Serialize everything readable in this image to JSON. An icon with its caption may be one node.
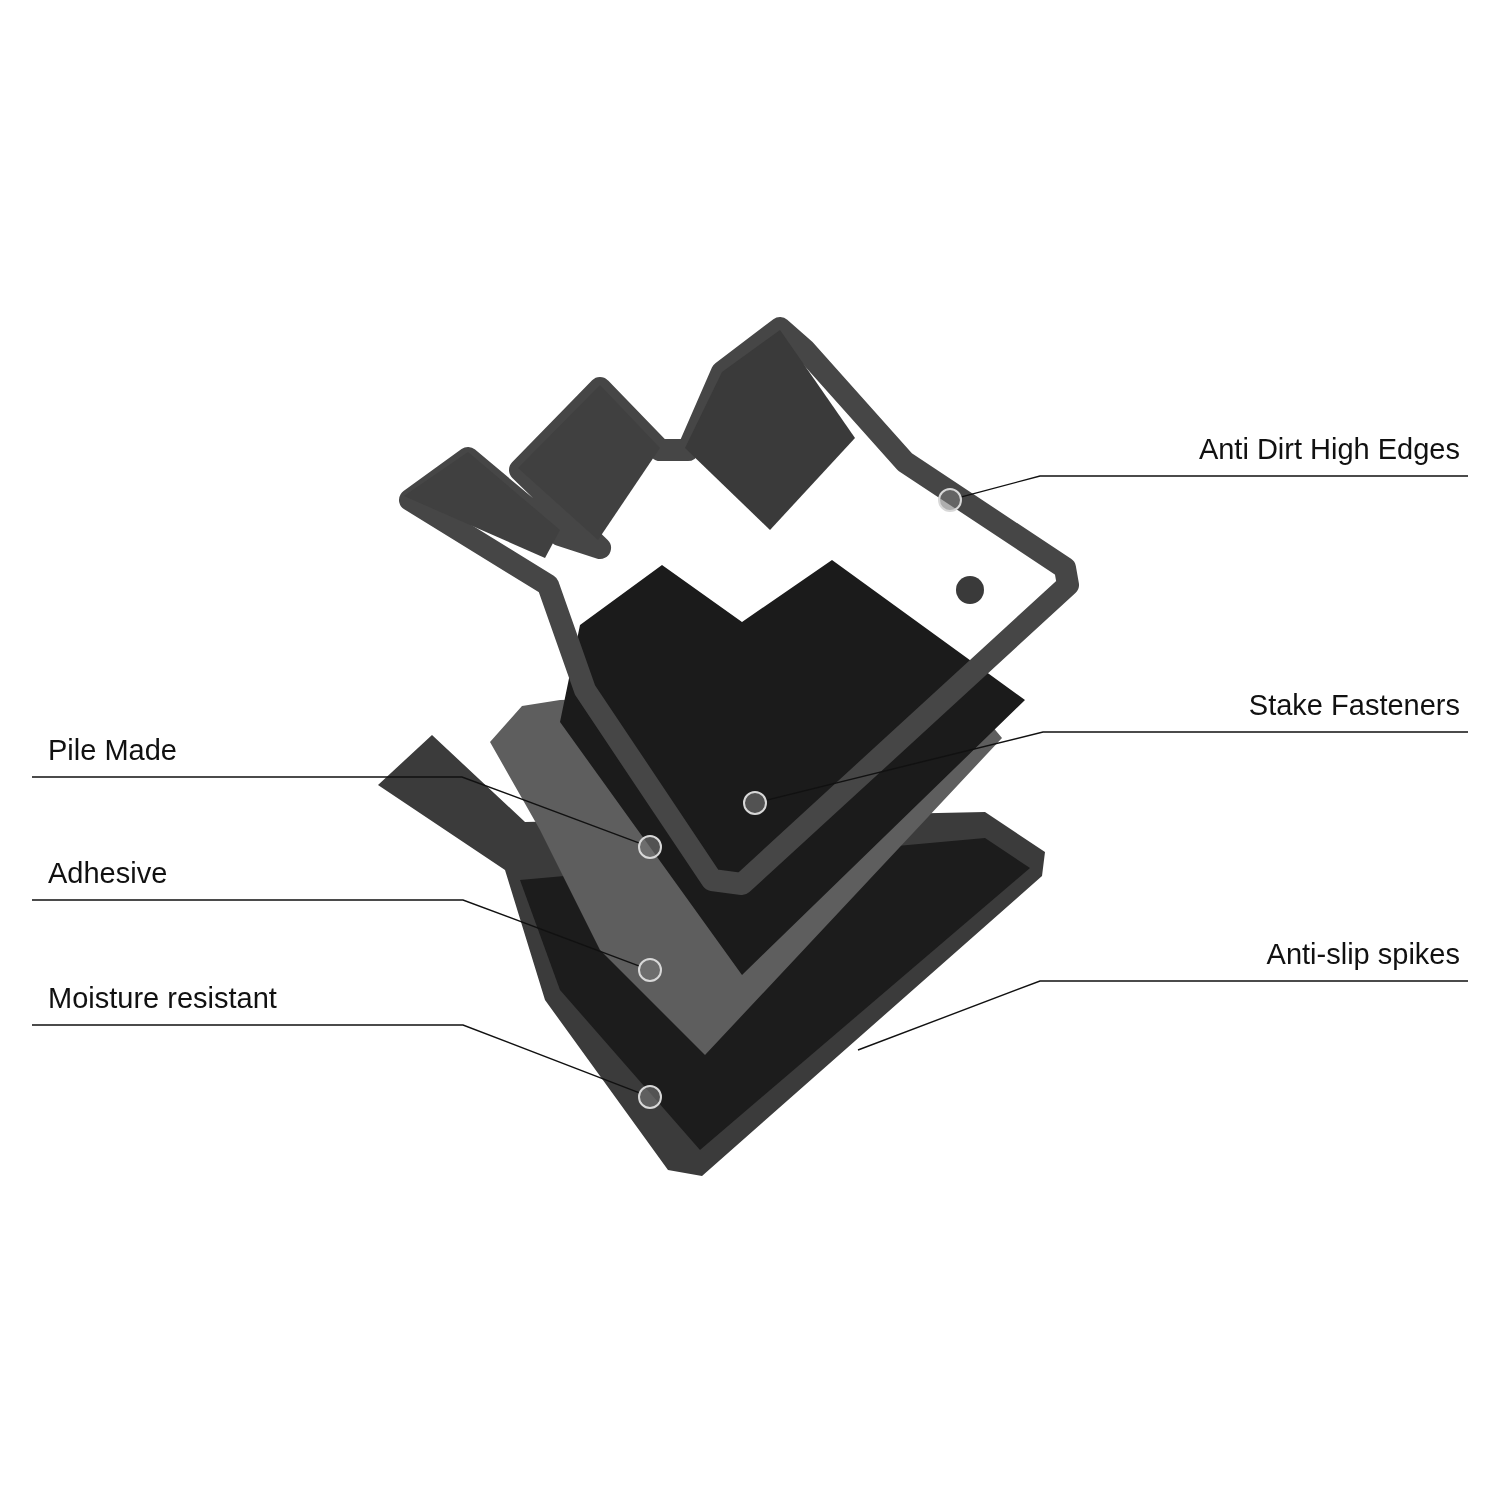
{
  "diagram": {
    "nodes": [
      {
        "text": [
          "Anti Dirt High Edges"
        ]
      },
      {
        "text": [],
        "shape": "circle"
      },
      {
        "text": [
          "Stake Fasteners"
        ]
      },
      {
        "text": [],
        "shape": "circle"
      },
      {
        "text": [
          "Pile Made"
        ]
      },
      {
        "text": [],
        "shape": "circle"
      },
      {
        "text": [
          "Adhesive"
        ]
      },
      {
        "text": [],
        "shape": "circle"
      },
      {
        "text": [
          "Moisture resistant"
        ]
      },
      {
        "text": [],
        "shape": "circle"
      },
      {
        "text": [
          "Anti-slip spikes"
        ]
      }
    ],
    "edges": [
      {
        "from": 0,
        "to": 1,
        "arrow": "none"
      },
      {
        "from": 2,
        "to": 3,
        "arrow": "none"
      },
      {
        "from": 4,
        "to": 5,
        "arrow": "none"
      },
      {
        "from": 6,
        "to": 7,
        "arrow": "none"
      },
      {
        "from": 8,
        "to": 9,
        "arrow": "none"
      },
      {
        "from": 10,
        "to": null,
        "arrow": "none"
      }
    ]
  }
}
